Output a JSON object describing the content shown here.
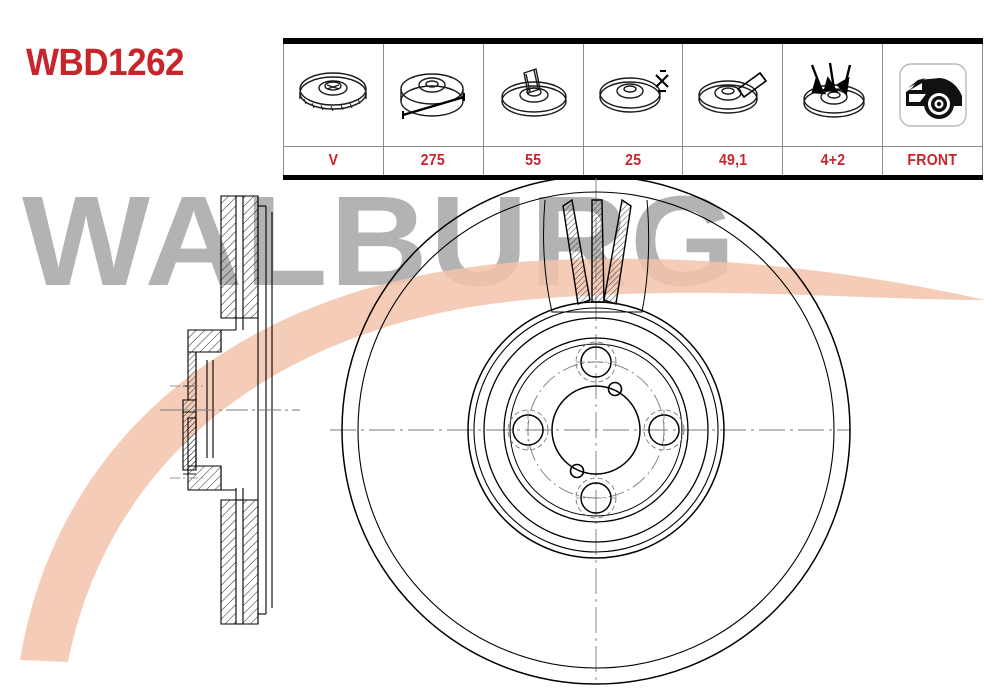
{
  "product": {
    "code": "WBD1262",
    "code_color": "#c8242b"
  },
  "watermark": {
    "brand": "WALBURG",
    "text_color": "#b3b3b3",
    "swoosh_color": "#f2c3ab"
  },
  "spec_table": {
    "columns": [
      {
        "icon": "brake-disc-vented-icon",
        "value": "V",
        "meaning": "disc-type-vented"
      },
      {
        "icon": "brake-disc-diameter-icon",
        "value": "275",
        "meaning": "outer-diameter-mm"
      },
      {
        "icon": "brake-disc-height-icon",
        "value": "55",
        "meaning": "height-mm"
      },
      {
        "icon": "brake-disc-thickness-icon",
        "value": "25",
        "meaning": "thickness-mm"
      },
      {
        "icon": "brake-disc-centerbore-icon",
        "value": "49,1",
        "meaning": "centre-bore-mm"
      },
      {
        "icon": "brake-disc-boltholes-icon",
        "value": "4+2",
        "meaning": "number-of-holes"
      },
      {
        "icon": "car-front-axle-icon",
        "value": "FRONT",
        "meaning": "axle-position"
      }
    ],
    "border_color": "#000000",
    "grid_color": "#8d8d8d",
    "value_color": "#c8242b"
  },
  "drawing": {
    "section_view": {
      "label": "brake-disc-cross-section",
      "hatch_color": "#333333"
    },
    "front_view": {
      "label": "brake-disc-front-view",
      "bolt_holes": 4,
      "pilot_holes": 2,
      "vent_slots": 3,
      "line_color": "#000000",
      "centerline_color": "#7a7a7a"
    }
  }
}
